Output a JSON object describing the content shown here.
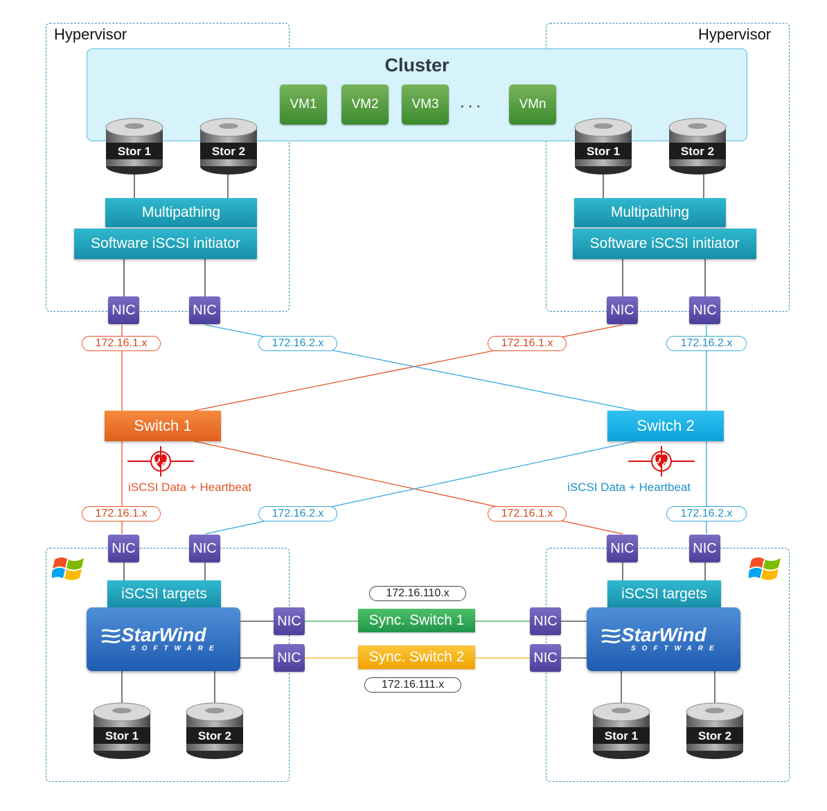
{
  "hypervisor_label": "Hypervisor",
  "cluster": {
    "title": "Cluster",
    "vms": [
      "VM1",
      "VM2",
      "VM3",
      "VMn"
    ],
    "ellipsis": "..."
  },
  "storage": {
    "stor1": "Stor 1",
    "stor2": "Stor 2"
  },
  "stack": {
    "multipathing": "Multipathing",
    "initiator": "Software iSCSI initiator",
    "targets": "iSCSI targets"
  },
  "nic_label": "NIC",
  "subnets": {
    "net1": "172.16.1.x",
    "net2": "172.16.2.x",
    "sync1": "172.16.110.x",
    "sync2": "172.16.111.x"
  },
  "switches": {
    "switch1": "Switch 1",
    "switch2": "Switch 2",
    "sync1": "Sync. Switch 1",
    "sync2": "Sync. Switch 2"
  },
  "heartbeat_label": "iSCSI Data + Heartbeat",
  "starwind": {
    "logo": "StarWind",
    "sub": "SOFTWARE"
  },
  "colors": {
    "orange": "#e8552a",
    "blue": "#36a9df",
    "green": "#2aa44c",
    "yellow": "#f5b014",
    "nic": "#5a4cae",
    "teal": "#1fa2bb"
  }
}
